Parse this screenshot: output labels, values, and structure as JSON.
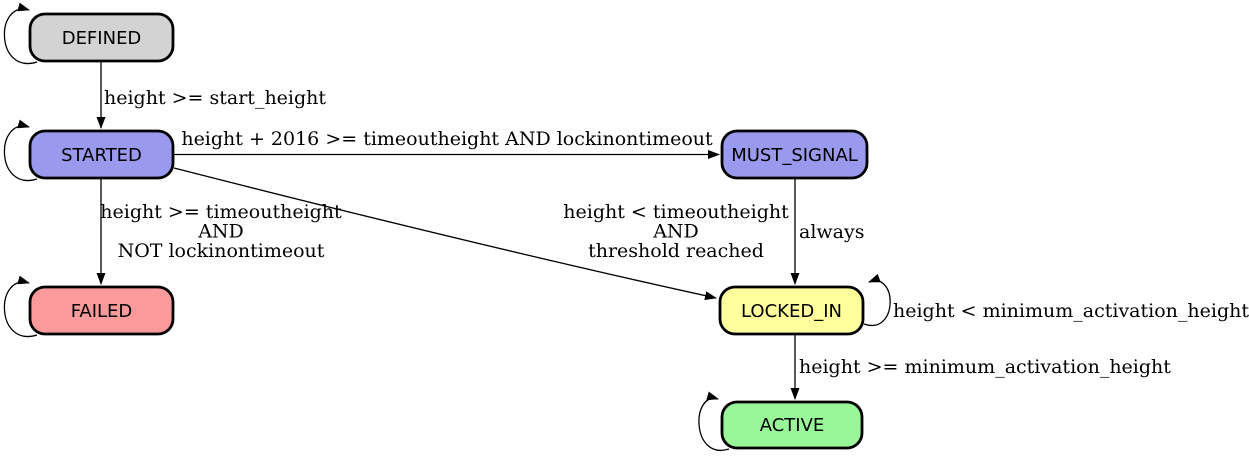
{
  "diagram": {
    "type": "state-machine",
    "background": "#ffffff",
    "colors": {
      "node_border": "#000000",
      "edge": "#000000",
      "defined_fill": "#d3d3d3",
      "signal_fill": "#9999ee",
      "failed_fill": "#fa9a9a",
      "locked_in_fill": "#ffff9e",
      "active_fill": "#99f799"
    },
    "nodes": {
      "defined": {
        "label": "DEFINED",
        "fill": "#d3d3d3"
      },
      "started": {
        "label": "STARTED",
        "fill": "#9999ee"
      },
      "must_signal": {
        "label": "MUST_SIGNAL",
        "fill": "#9999ee"
      },
      "failed": {
        "label": "FAILED",
        "fill": "#fa9a9a"
      },
      "locked_in": {
        "label": "LOCKED_IN",
        "fill": "#ffff9e"
      },
      "active": {
        "label": "ACTIVE",
        "fill": "#99f799"
      }
    },
    "edges": {
      "defined_to_started": {
        "from": "DEFINED",
        "to": "STARTED",
        "label": "height >= start_height"
      },
      "started_to_must_signal": {
        "from": "STARTED",
        "to": "MUST_SIGNAL",
        "label": "height + 2016 >= timeoutheight AND lockinontimeout"
      },
      "started_to_failed": {
        "from": "STARTED",
        "to": "FAILED",
        "label_lines": [
          "height >= timeoutheight",
          "AND",
          "NOT lockinontimeout"
        ]
      },
      "started_to_locked_in": {
        "from": "STARTED",
        "to": "LOCKED_IN",
        "label_lines": [
          "height < timeoutheight",
          "AND",
          "threshold reached"
        ]
      },
      "must_signal_to_locked_in": {
        "from": "MUST_SIGNAL",
        "to": "LOCKED_IN",
        "label": "always"
      },
      "locked_in_self": {
        "from": "LOCKED_IN",
        "to": "LOCKED_IN",
        "label": "height < minimum_activation_height"
      },
      "locked_in_to_active": {
        "from": "LOCKED_IN",
        "to": "ACTIVE",
        "label": "height >= minimum_activation_height"
      }
    }
  }
}
